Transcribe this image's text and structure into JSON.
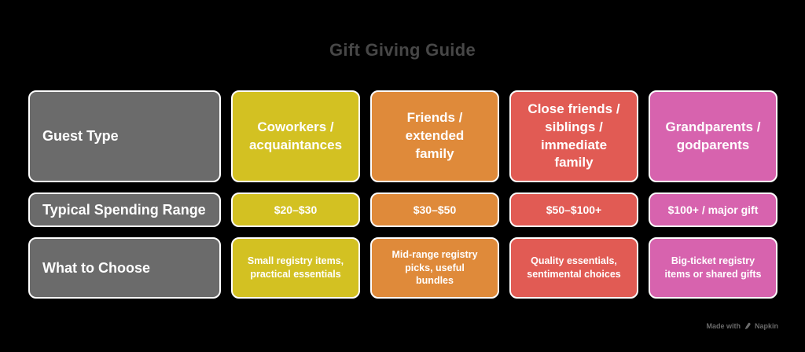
{
  "title": "Gift Giving Guide",
  "colors": {
    "background": "#000000",
    "label_gray": "#6b6b6b",
    "yellow": "#d3c122",
    "orange": "#df8a3a",
    "red": "#e15b54",
    "pink": "#d763ae",
    "cell_border": "#ffffff",
    "cell_text": "#ffffff",
    "title_text": "#474747",
    "watermark_text": "#6a6a6a"
  },
  "rows": [
    {
      "label": "Guest Type",
      "cells": [
        "Coworkers /\nacquaintances",
        "Friends /\nextended\nfamily",
        "Close friends /\nsiblings /\nimmediate\nfamily",
        "Grandparents /\ngodparents"
      ]
    },
    {
      "label": "Typical Spending Range",
      "cells": [
        "$20–$30",
        "$30–$50",
        "$50–$100+",
        "$100+ / major gift"
      ]
    },
    {
      "label": "What to Choose",
      "cells": [
        "Small registry items,\npractical essentials",
        "Mid-range registry\npicks, useful\nbundles",
        "Quality essentials,\nsentimental choices",
        "Big-ticket registry\nitems or shared gifts"
      ]
    }
  ],
  "chart_data": {
    "type": "table",
    "title": "Gift Giving Guide",
    "columns": [
      "Coworkers / acquaintances",
      "Friends / extended family",
      "Close friends / siblings / immediate family",
      "Grandparents / godparents"
    ],
    "rows": [
      {
        "label": "Typical Spending Range",
        "values": [
          "$20–$30",
          "$30–$50",
          "$50–$100+",
          "$100+ / major gift"
        ]
      },
      {
        "label": "What to Choose",
        "values": [
          "Small registry items, practical essentials",
          "Mid-range registry picks, useful bundles",
          "Quality essentials, sentimental choices",
          "Big-ticket registry items or shared gifts"
        ]
      }
    ]
  },
  "watermark": {
    "prefix": "Made with",
    "brand": "Napkin"
  }
}
